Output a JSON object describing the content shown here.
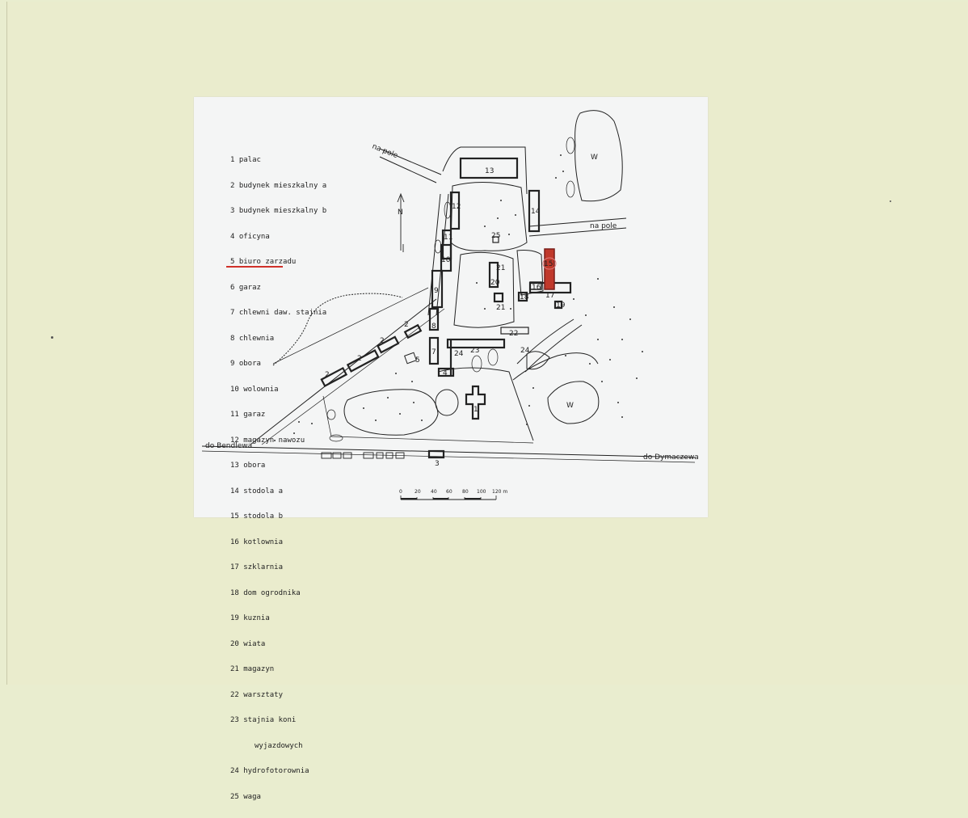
{
  "legend": [
    "1 palac",
    "2 budynek mieszkalny a",
    "3 budynek mieszkalny b",
    "4 oficyna",
    "5 biuro zarzadu",
    "6 garaz",
    "7 chlewni daw. stajnia",
    "8 chlewnia",
    "9 obora",
    "10 wolownia",
    "11 garaz",
    "12 magazyn nawozu",
    "13 obora",
    "14 stodola a",
    "15 stodola b",
    "16 kotlownia",
    "17 szklarnia",
    "18 dom ogrodnika",
    "19 kuznia",
    "20 wiata",
    "21 magazyn",
    "22 warsztaty",
    "23 stajnia koni",
    "wyjazdowych",
    "24 hydrofotorownia",
    "25 waga"
  ],
  "map_labels": {
    "na_pole_top": "na pole",
    "na_pole_right": "na pole",
    "do_bendlewa": "do Bendlewa",
    "do_dymaczewa": "do Dymaczewa",
    "north": "N",
    "pond": "W"
  },
  "building_numbers": [
    "1",
    "2",
    "3",
    "4",
    "5",
    "6",
    "7",
    "8",
    "9",
    "10",
    "11",
    "12",
    "13",
    "14",
    "15",
    "16",
    "17",
    "18",
    "19",
    "20",
    "21",
    "22",
    "23",
    "24",
    "25"
  ],
  "scale_ticks": [
    "0",
    "20",
    "40",
    "60",
    "80",
    "100",
    "120 m"
  ],
  "highlight_color": "#c0392b",
  "highlighted_item": "15 stodola b"
}
